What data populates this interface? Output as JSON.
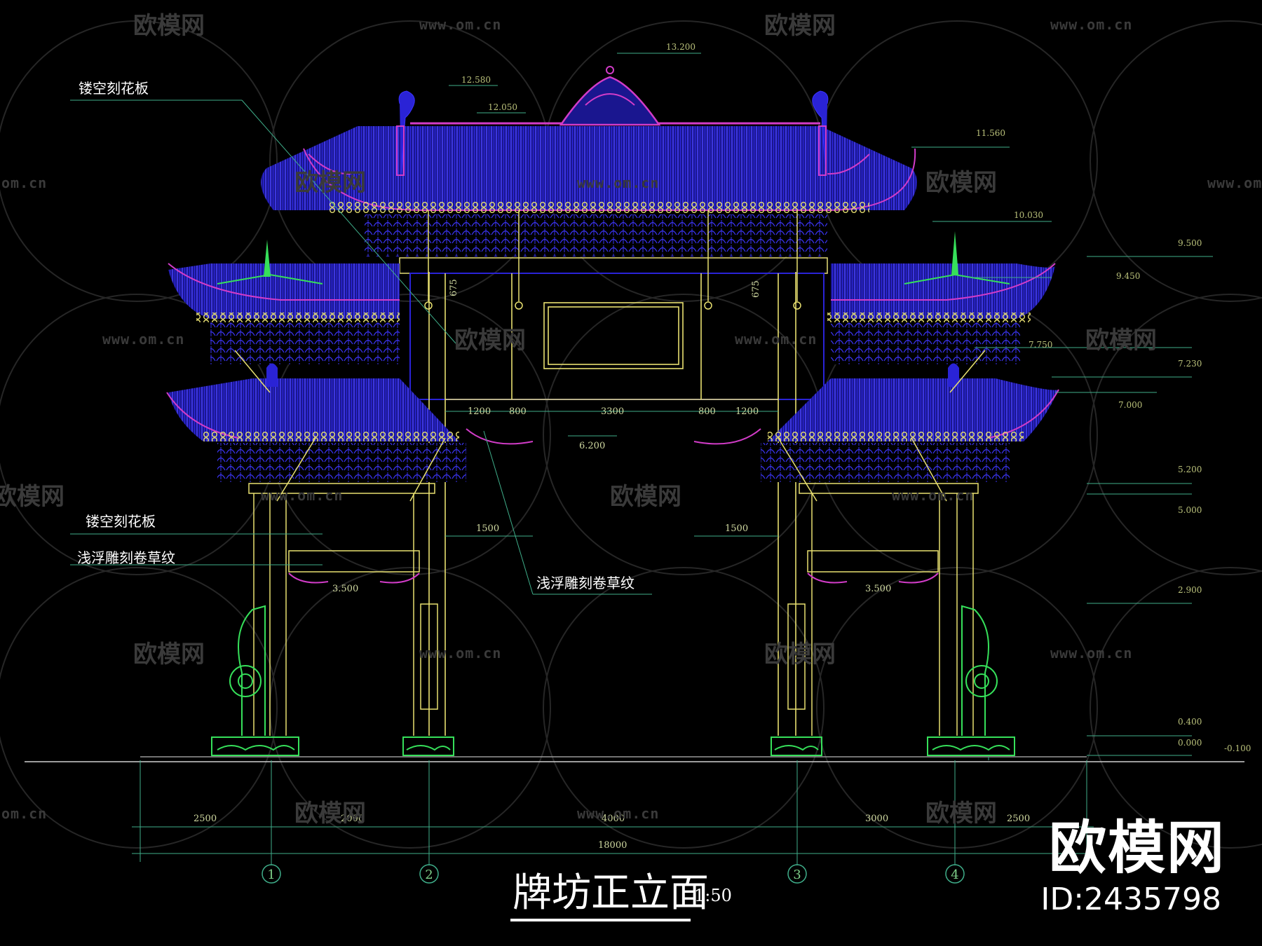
{
  "drawing": {
    "title": "牌坊正立面",
    "scale": "1:50",
    "notes": [
      "镂空刻花板",
      "镂空刻花板",
      "浅浮雕刻卷草纹",
      "浅浮雕刻卷草纹"
    ],
    "elevations": [
      "13.200",
      "12.580",
      "12.050",
      "11.560",
      "10.030",
      "9.500",
      "9.450",
      "7.750",
      "7.230",
      "7.000",
      "5.200",
      "5.000",
      "2.900",
      "0.400",
      "0.000",
      "-0.100"
    ],
    "spans_top": [
      "1200",
      "800",
      "3300",
      "800",
      "1200"
    ],
    "dims_inner": [
      "675",
      "675",
      "6.200",
      "1500",
      "1500",
      "3.500",
      "3.500"
    ],
    "dims_bottom": [
      "2500",
      "2000",
      "4000",
      "3000",
      "2500"
    ],
    "dim_total": "18000",
    "axes": [
      "1",
      "2",
      "3",
      "4"
    ]
  },
  "watermark": {
    "brand_small": "欧模网",
    "url": "www.om.cn",
    "url_partial": "om.cn"
  },
  "brand": {
    "name": "欧模网",
    "id": "ID:2435798"
  },
  "colors": {
    "background": "#000000",
    "roof_blue": "#2a23d6",
    "ridge_magenta": "#d23cc8",
    "beam_yellow": "#e8e070",
    "base_green": "#36e05a",
    "dim_line": "#3fae8a"
  }
}
